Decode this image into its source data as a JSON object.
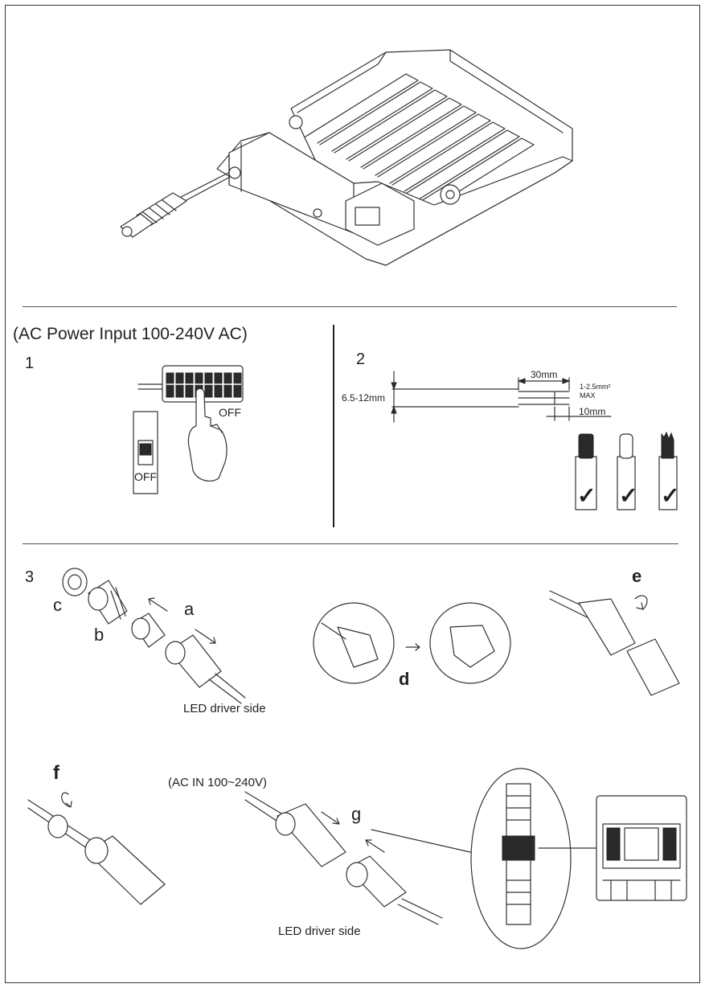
{
  "section_title": "(AC Power Input 100-240V AC)",
  "steps": {
    "step1": "1",
    "step2": "2",
    "step3": "3"
  },
  "step1": {
    "switch_off_label": "OFF",
    "breaker_off_label": "OFF"
  },
  "step2": {
    "strip_length": "30mm",
    "cable_diameter": "6.5-12mm",
    "wire_section": "1-2.5mm²",
    "wire_max": "MAX",
    "wire_strip": "10mm",
    "check_marks": [
      "✓",
      "✓",
      "✓"
    ]
  },
  "step3": {
    "label_a": "a",
    "label_b": "b",
    "label_c": "c",
    "label_d": "d",
    "label_e": "e",
    "label_f": "f",
    "label_g": "g",
    "led_driver_side_1": "LED driver side",
    "led_driver_side_2": "LED driver side",
    "ac_in": "(AC IN 100~240V)"
  }
}
